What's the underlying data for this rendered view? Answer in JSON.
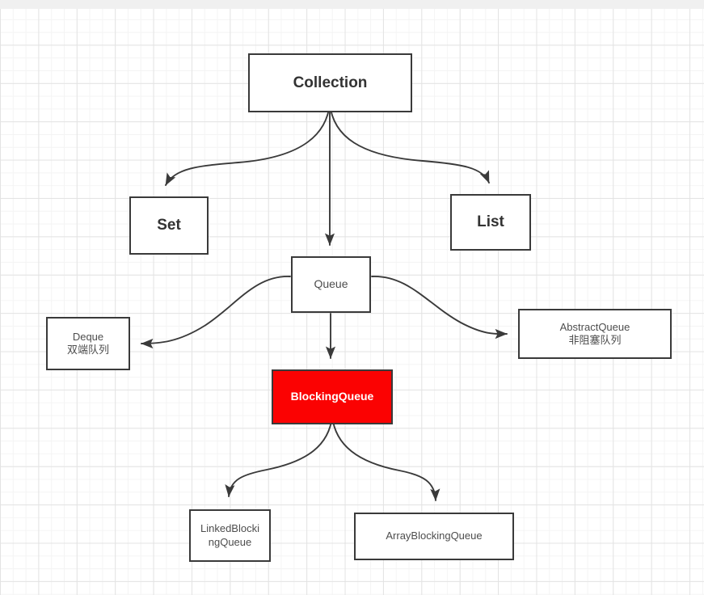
{
  "diagram": {
    "title": "Collection hierarchy diagram",
    "canvas": {
      "background": "#ffffff",
      "grid_minor_color": "#f4f4f4",
      "grid_major_color": "#e3e3e3"
    },
    "colors": {
      "node_border": "#3a3a3a",
      "node_fill": "#ffffff",
      "node_text": "#4d4d4d",
      "highlight_fill": "#fb0202",
      "highlight_text": "#ffffff",
      "edge": "#3a3a3a"
    },
    "nodes": [
      {
        "id": "collection",
        "label": "Collection",
        "style": "strong"
      },
      {
        "id": "set",
        "label": "Set",
        "style": "strong"
      },
      {
        "id": "list",
        "label": "List",
        "style": "strong"
      },
      {
        "id": "queue",
        "label": "Queue",
        "style": "plain"
      },
      {
        "id": "deque",
        "label": "Deque\n双端队列",
        "style": "small"
      },
      {
        "id": "abstractqueue",
        "label": "AbstractQueue\n非阻塞队列",
        "style": "small"
      },
      {
        "id": "blockingqueue",
        "label": "BlockingQueue",
        "style": "danger"
      },
      {
        "id": "linkedbq",
        "label": "LinkedBlocki\nngQueue",
        "style": "small"
      },
      {
        "id": "arraybq",
        "label": "ArrayBlockingQueue",
        "style": "small"
      }
    ],
    "edges": [
      {
        "id": "collection-set",
        "from": "collection",
        "to": "set",
        "arrow": "down"
      },
      {
        "id": "collection-queue",
        "from": "collection",
        "to": "queue",
        "arrow": "down"
      },
      {
        "id": "collection-list",
        "from": "collection",
        "to": "list",
        "arrow": "down"
      },
      {
        "id": "queue-deque",
        "from": "queue",
        "to": "deque",
        "arrow": "left"
      },
      {
        "id": "queue-abstractqueue",
        "from": "queue",
        "to": "abstractqueue",
        "arrow": "right"
      },
      {
        "id": "queue-blockingqueue",
        "from": "queue",
        "to": "blockingqueue",
        "arrow": "down"
      },
      {
        "id": "blockingqueue-linkedbq",
        "from": "blockingqueue",
        "to": "linkedbq",
        "arrow": "down"
      },
      {
        "id": "blockingqueue-arraybq",
        "from": "blockingqueue",
        "to": "arraybq",
        "arrow": "down"
      }
    ]
  }
}
